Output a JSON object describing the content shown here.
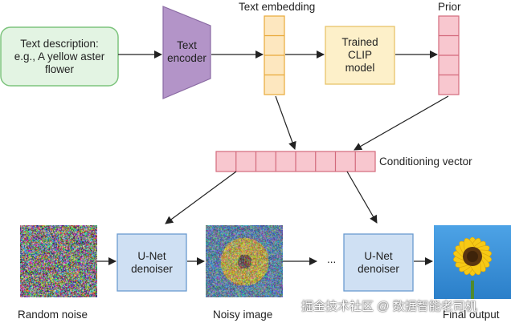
{
  "nodes": {
    "text_description": "Text description:\ne.g., A yellow aster\nflower",
    "text_encoder": "Text\nencoder",
    "text_embedding": "Text embedding",
    "clip_model": "Trained\nCLIP\nmodel",
    "prior": "Prior",
    "conditioning_vector": "Conditioning vector",
    "unet_1": "U-Net\ndenoiser",
    "unet_2": "U-Net\ndenoiser",
    "ellipsis": "...",
    "random_noise": "Random noise",
    "noisy_image": "Noisy image",
    "final_output": "Final output"
  },
  "watermark": "掘金技术社区 @ 数据智能老司机",
  "colors": {
    "text_box_fill": "#e3f4e3",
    "text_box_stroke": "#7dc47d",
    "encoder_fill": "#b394c8",
    "encoder_stroke": "#8a6aa3",
    "embedding_fill": "#fde7bf",
    "embedding_stroke": "#e8a93a",
    "clip_fill": "#fdf0c9",
    "clip_stroke": "#e8c46a",
    "vector_fill": "#f8c7cf",
    "vector_stroke": "#d36a7c",
    "unet_fill": "#cfe0f3",
    "unet_stroke": "#6a9bd0"
  },
  "icons": [
    "arrow-icon"
  ]
}
